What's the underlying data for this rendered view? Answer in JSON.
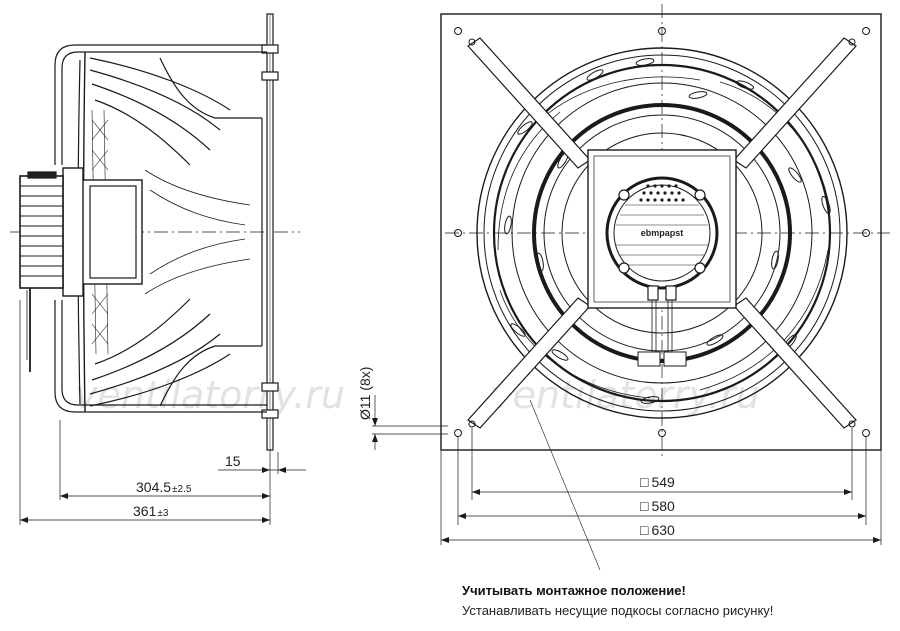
{
  "side_view": {
    "dim_flange": "15",
    "dim_depth_value": "304.5",
    "dim_depth_tol": "±2.5",
    "dim_total_value": "361",
    "dim_total_tol": "±3",
    "dim_hole": "Ø11 (8x)"
  },
  "front_view": {
    "dim_549": "549",
    "dim_580": "580",
    "dim_630": "630",
    "square_symbol": "□",
    "logo_text": "ebmpapst"
  },
  "watermark": {
    "left": "ventilatorry.ru",
    "right": "ventilatorry.ru"
  },
  "note": {
    "bold": "Учитывать монтажное положение!",
    "normal": "Устанавливать несущие подкосы согласно рисунку!"
  }
}
